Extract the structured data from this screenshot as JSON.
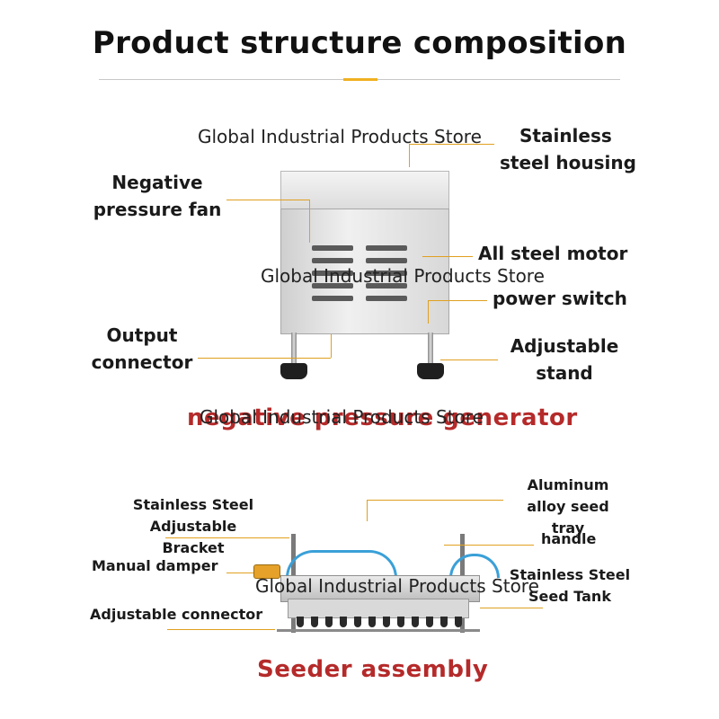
{
  "title": "Product structure composition",
  "watermark": "Global Industrial Products Store",
  "generator": {
    "labels": {
      "stainless_housing_1": "Stainless",
      "stainless_housing_2": "steel housing",
      "neg_fan_1": "Negative",
      "neg_fan_2": "pressure fan",
      "motor": "All steel motor",
      "power_switch": "power switch",
      "output_1": "Output",
      "output_2": "connector",
      "stand_1": "Adjustable",
      "stand_2": "stand"
    },
    "caption": "negative pressure generator"
  },
  "seeder": {
    "labels": {
      "bracket_1": "Stainless Steel",
      "bracket_2": "Adjustable Bracket",
      "tray_1": "Aluminum",
      "tray_2": "alloy seed tray",
      "handle": "handle",
      "damper": "Manual damper",
      "seed_tank_1": "Stainless Steel",
      "seed_tank_2": "Seed Tank",
      "adj_connector": "Adjustable connector"
    },
    "caption": "Seeder assembly"
  },
  "colors": {
    "accent": "#f0b020",
    "leader": "#e0a020",
    "caption_red": "#b52a2a",
    "hose": "#3aa0d8"
  }
}
